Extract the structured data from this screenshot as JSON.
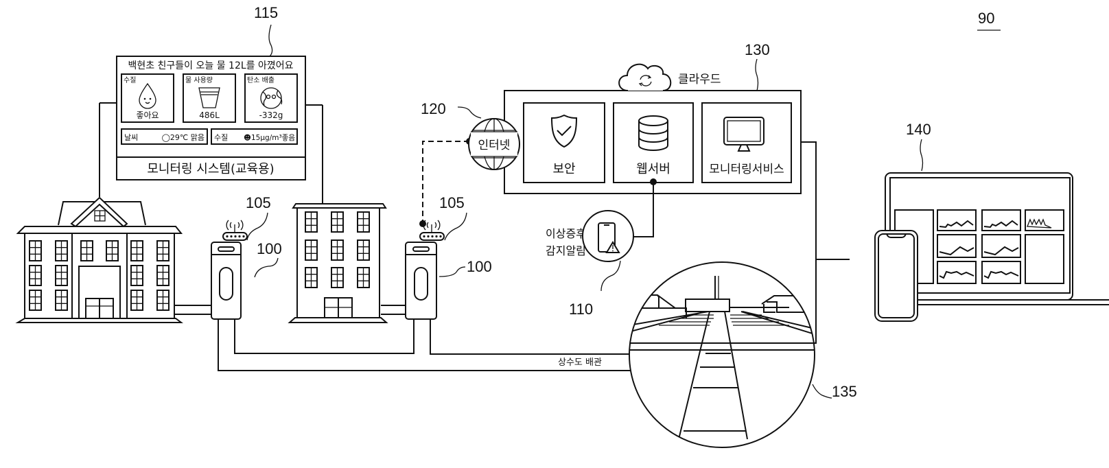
{
  "figure": {
    "number": "90"
  },
  "reference_numerals": {
    "display_board": "115",
    "cloud": "130",
    "internet": "120",
    "user_devices": "140",
    "iot_device_left": "100",
    "iot_device_right": "100",
    "router_left": "105",
    "router_right": "105",
    "alert": "110",
    "pipe_inspection": "135"
  },
  "display_board": {
    "headline": "백현초 친구들이 오늘 물 12L를 아꼈어요",
    "tiles": [
      {
        "label": "수질",
        "value": "좋아요",
        "icon": "water-drop-face-icon"
      },
      {
        "label": "물 사용량",
        "value": "486L",
        "icon": "water-cup-icon"
      },
      {
        "label": "탄소 배출",
        "value": "-332g",
        "icon": "earth-face-icon"
      }
    ],
    "status_bars": [
      {
        "label": "날씨",
        "value": "◯29℃ 맑음"
      },
      {
        "label": "수질",
        "value": "☻15μg/m³좋음"
      }
    ],
    "footer": "모니터링 시스템(교육용)"
  },
  "cloud": {
    "label": "클라우드",
    "services": [
      {
        "label": "보안",
        "icon": "shield-check-icon"
      },
      {
        "label": "웹서버",
        "icon": "database-icon"
      },
      {
        "label": "모니터링서비스",
        "icon": "monitor-icon"
      }
    ]
  },
  "internet": {
    "label": "인터넷"
  },
  "alert": {
    "line1": "이상증후",
    "line2": "감지알림"
  },
  "pipe": {
    "label": "상수도 배관"
  }
}
